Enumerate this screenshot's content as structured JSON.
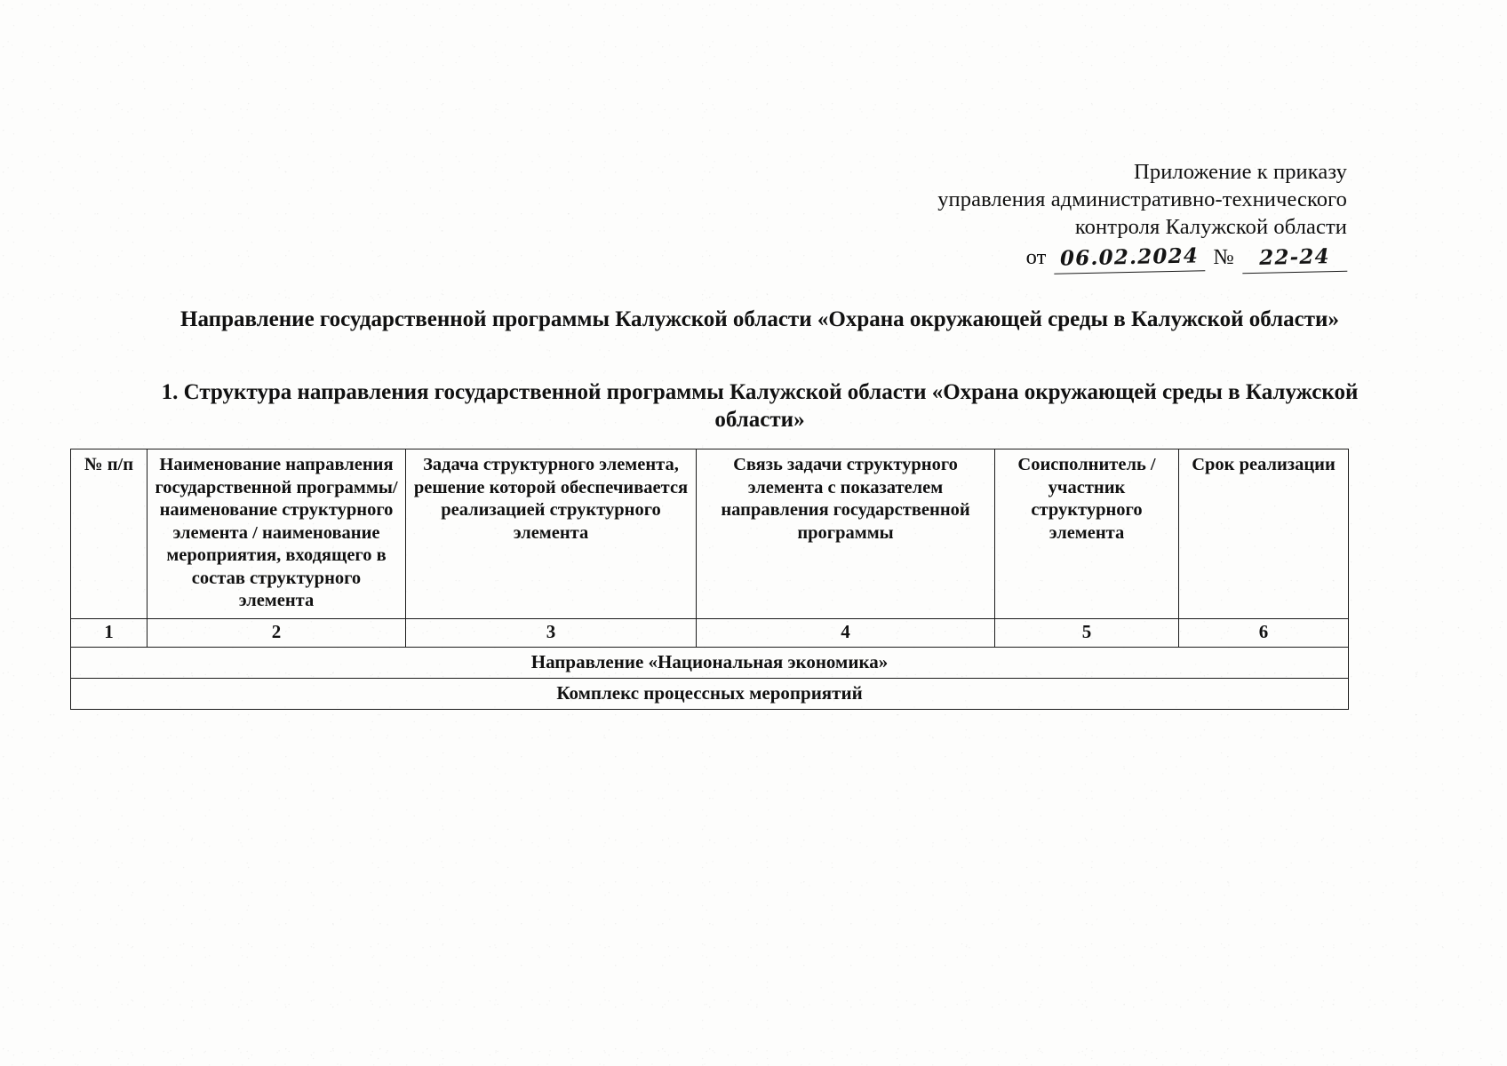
{
  "letterhead": {
    "line1": "Приложение к приказу",
    "line2": "управления административно-технического",
    "line3": "контроля Калужской области",
    "date_label": "от",
    "date_value": "06.02.2024",
    "number_label": "№",
    "number_value": "22-24"
  },
  "titles": {
    "doc_title": "Направление государственной программы Калужской области «Охрана окружающей среды в Калужской области»",
    "section_title": "1. Структура направления государственной программы Калужской области «Охрана окружающей среды в Калужской области»"
  },
  "table": {
    "headers": [
      "№ п/п",
      "Наименование направления государственной программы/ наименование структурного элемента / наименование мероприятия, входящего в состав структурного элемента",
      "Задача структурного элемента, решение которой обеспечивается реализацией структурного элемента",
      "Связь задачи структурного элемента с показателем направления государственной программы",
      "Соисполнитель / участник структурного элемента",
      "Срок реализации"
    ],
    "column_numbers": [
      "1",
      "2",
      "3",
      "4",
      "5",
      "6"
    ],
    "band_rows": [
      "Направление «Национальная экономика»",
      "Комплекс процессных мероприятий"
    ]
  }
}
